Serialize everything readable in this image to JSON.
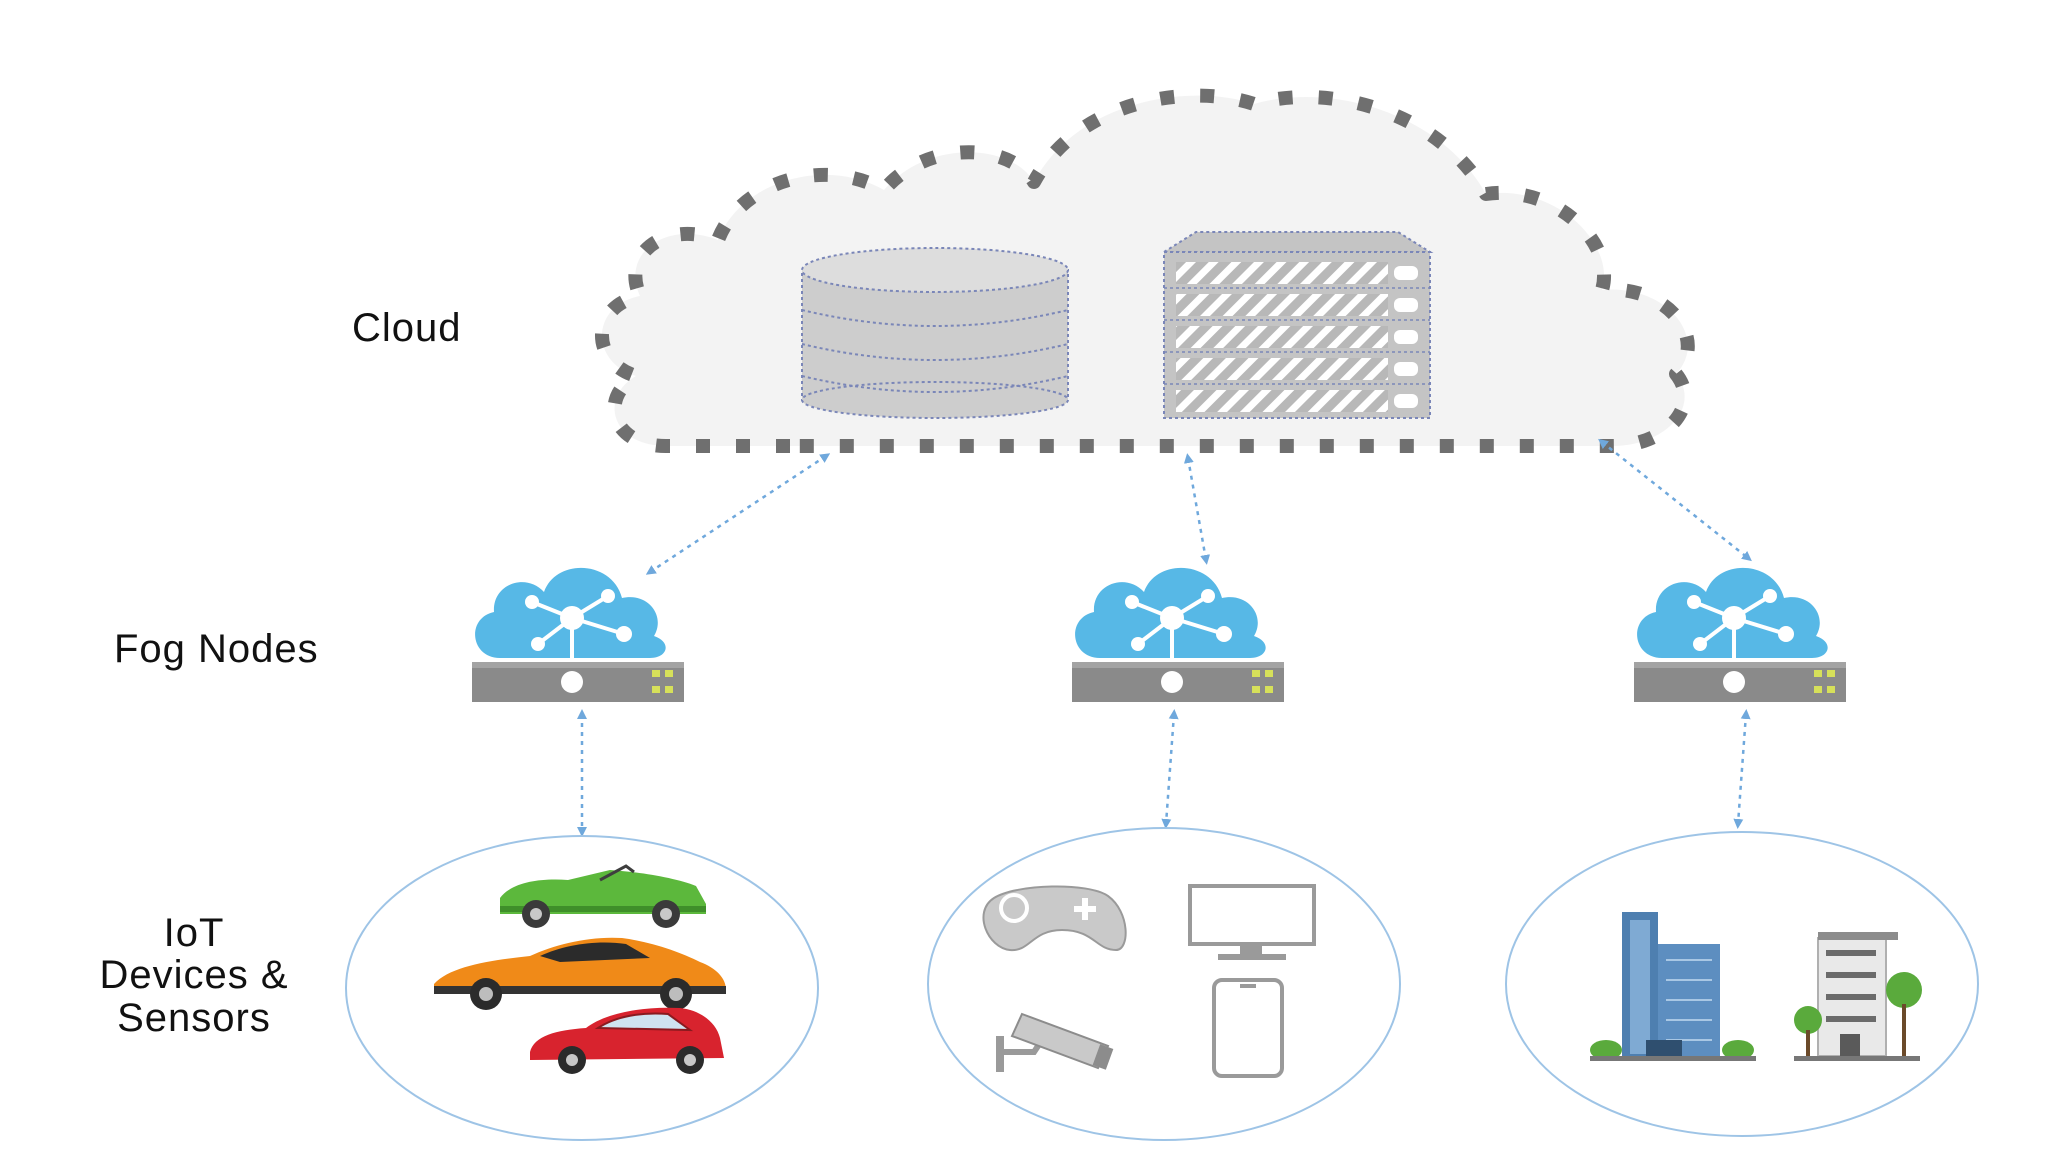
{
  "labels": {
    "cloud": "Cloud",
    "fog_nodes": "Fog Nodes",
    "iot_line1": "IoT",
    "iot_line2": "Devices &",
    "iot_line3": "Sensors"
  },
  "colors": {
    "cloud_fill": "#f3f3f3",
    "cloud_border": "#6f6f6f",
    "connector": "#6fa8dc",
    "fog_cloud": "#57b8e6",
    "fog_server": "#8a8a8a",
    "group_circle": "#9ec4e6"
  },
  "icons": {
    "cloud_storage": "database-icon",
    "cloud_compute": "server-rack-icon",
    "fog_node": "fog-node-icon",
    "vehicles": [
      "green-convertible-icon",
      "orange-sports-car-icon",
      "red-hatchback-icon"
    ],
    "consumer_devices": [
      "gamepad-icon",
      "monitor-icon",
      "security-camera-icon",
      "tablet-icon"
    ],
    "buildings": [
      "office-tower-icon",
      "apartment-building-icon"
    ]
  }
}
